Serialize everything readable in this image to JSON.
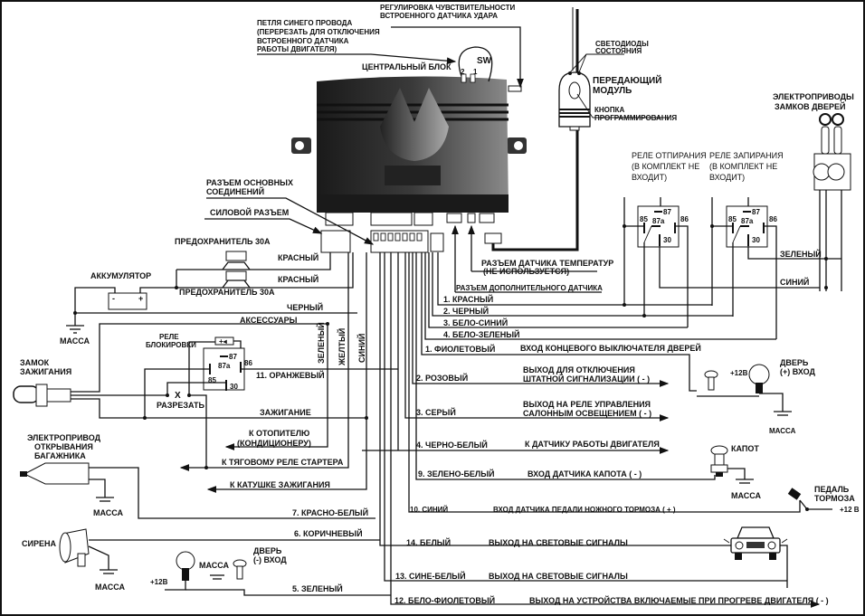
{
  "diagram": {
    "central_unit": {
      "title": "ЦЕНТРАЛЬНЫЙ БЛОК",
      "sw_label": "SW",
      "sw_pin_2": "2",
      "sw_pin_1": "1",
      "shock_sensor_adjust": [
        "РЕГУЛИРОВКА ЧУВСТВИТЕЛЬНОСТИ",
        "ВСТРОЕННОГО ДАТЧИКА УДАРА"
      ],
      "blue_loop": [
        "ПЕТЛЯ СИНЕГО ПРОВОДА",
        "(ПЕРЕРЕЗАТЬ ДЛЯ ОТКЛЮЧЕНИЯ",
        "ВСТРОЕННОГО ДАТЧИКА",
        "РАБОТЫ ДВИГАТЕЛЯ)"
      ],
      "main_connector": [
        "РАЗЪЕМ ОСНОВНЫХ",
        "СОЕДИНЕНИЙ"
      ],
      "power_connector": "СИЛОВОЙ  РАЗЪЕМ",
      "temp_sensor_connector": [
        "РАЗЪЕМ ДАТЧИКА ТЕМПЕРАТУР",
        "(НЕ ИСПОЛЬЗУЕТСЯ)"
      ],
      "extra_sensor_connector": "РАЗЪЕМ ДОПОЛНИТЕЛЬНОГО ДАТЧИКА"
    },
    "transmitter": {
      "leds": [
        "СВЕТОДИОДЫ",
        "СОСТОЯНИЯ"
      ],
      "module": [
        "ПЕРЕДАЮЩИЙ",
        "МОДУЛЬ"
      ],
      "button": [
        "КНОПКА",
        "ПРОГРАММИРОВАНИЯ"
      ]
    },
    "door_locks": {
      "title": [
        "ЭЛЕКТРОПРИВОДЫ",
        "ЗАМКОВ ДВЕРЕЙ"
      ],
      "relay_unlock": [
        "РЕЛЕ ОТПИРАНИЯ",
        "(В КОМПЛЕКТ НЕ",
        "ВХОДИТ)"
      ],
      "relay_lock": [
        "РЕЛЕ ЗАПИРАНИЯ",
        "(В КОМПЛЕКТ НЕ",
        "ВХОДИТ)"
      ],
      "relay_pins": {
        "p85": "85",
        "p86": "86",
        "p87": "87",
        "p87a": "87a",
        "p30": "30"
      },
      "wire_green": "ЗЕЛЕНЫЙ",
      "wire_blue": "СИНИЙ",
      "wires": [
        "1.  КРАСНЫЙ",
        "2.  ЧЕРНЫЙ",
        "3.  БЕЛО-СИНИЙ",
        "4.  БЕЛО-ЗЕЛЕНЫЙ"
      ]
    },
    "power": {
      "fuse_top": "ПРЕДОХРАНИТЕЛЬ 30А",
      "fuse_bottom": "ПРЕДОХРАНИТЕЛЬ 30А",
      "battery": "АККУМУЛЯТОР",
      "battery_minus": "-",
      "battery_plus": "+",
      "red_1": "КРАСНЫЙ",
      "red_2": "КРАСНЫЙ",
      "black": "ЧЕРНЫЙ",
      "ground": "МАССА",
      "accessories": "АКСЕССУАРЫ"
    },
    "ignition": {
      "lock": [
        "ЗАМОК",
        "ЗАЖИГАНИЯ"
      ],
      "block_relay": [
        "РЕЛЕ",
        "БЛОКИРОВКИ"
      ],
      "cut": "РАЗРЕЗАТЬ",
      "cut_mark": "X",
      "orange": "11.  ОРАНЖЕВЫЙ",
      "ignition": "ЗАЖИГАНИЕ",
      "vertical_green": "ЗЕЛЕНЫЙ",
      "vertical_yellow": "ЖЕЛТЫЙ",
      "vertical_blue": "СИНИЙ",
      "to_heater": [
        "К ОТОПИТЕЛЮ",
        "(КОНДИЦИОНЕРУ)"
      ],
      "to_starter": "К ТЯГОВОМУ РЕЛЕ СТАРТЕРА",
      "to_coil": "К КАТУШКЕ ЗАЖИГАНИЯ"
    },
    "left_devices": {
      "trunk": [
        "ЭЛЕКТРОПРИВОД",
        "ОТКРЫВАНИЯ",
        "БАГАЖНИКА"
      ],
      "trunk_ground": "МАССА",
      "red_white": "7.  КРАСНО-БЕЛЫЙ",
      "siren": "СИРЕНА",
      "siren_ground": "МАССА",
      "brown": "6.  КОРИЧНЕВЫЙ",
      "door_neg": [
        "ДВЕРЬ",
        "(-) ВХОД"
      ],
      "door_neg_ground": "МАССА",
      "plus12": "+12В",
      "green5": "5.  ЗЕЛЕНЫЙ"
    },
    "outputs": [
      {
        "wire": "1.  ФИОЛЕТОВЫЙ",
        "desc": [
          "ВХОД КОНЦЕВОГО ВЫКЛЮЧАТЕЛЯ ДВЕРЕЙ"
        ]
      },
      {
        "wire": "2.  РОЗОВЫЙ",
        "desc": [
          "ВЫХОД ДЛЯ ОТКЛЮЧЕНИЯ",
          "ШТАТНОЙ СИГНАЛИЗАЦИИ ( - )"
        ]
      },
      {
        "wire": "3.  СЕРЫЙ",
        "desc": [
          "ВЫХОД НА РЕЛЕ УПРАВЛЕНИЯ",
          "САЛОННЫМ ОСВЕЩЕНИЕМ ( - )"
        ]
      },
      {
        "wire": "4.  ЧЕРНО-БЕЛЫЙ",
        "desc": [
          "К ДАТЧИКУ РАБОТЫ ДВИГАТЕЛЯ"
        ]
      },
      {
        "wire": "9.  ЗЕЛЕНО-БЕЛЫЙ",
        "desc": [
          "ВХОД ДАТЧИКА КАПОТА ( - )"
        ]
      },
      {
        "wire": "10.  СИНИЙ",
        "desc": [
          "ВХОД ДАТЧИКА ПЕДАЛИ НОЖНОГО ТОРМОЗА ( + )"
        ]
      },
      {
        "wire": "14.  БЕЛЫЙ",
        "desc": [
          "ВЫХОД НА СВЕТОВЫЕ СИГНАЛЫ"
        ]
      },
      {
        "wire": "13.  СИНЕ-БЕЛЫЙ",
        "desc": [
          "ВЫХОД НА СВЕТОВЫЕ СИГНАЛЫ"
        ]
      },
      {
        "wire": "12.  БЕЛО-ФИОЛЕТОВЫЙ",
        "desc": [
          "ВЫХОД НА УСТРОЙСТВА ВКЛЮЧАЕМЫЕ ПРИ ПРОГРЕВЕ ДВИГАТЕЛЯ ( - )"
        ]
      }
    ],
    "right_devices": {
      "door_pos": [
        "ДВЕРЬ",
        "(+) ВХОД"
      ],
      "door_pos_12v": "+12В",
      "door_pos_ground": "МАССА",
      "hood": "КАПОТ",
      "hood_ground": "МАССА",
      "brake": [
        "ПЕДАЛЬ",
        "ТОРМОЗА"
      ],
      "brake_12v": "+12 В"
    }
  }
}
